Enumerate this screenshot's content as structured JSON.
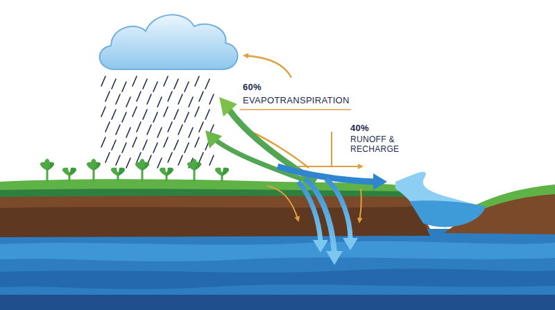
{
  "diagram": {
    "labels": [
      "60%",
      "EVAPOTRANSPIRATION",
      "40%",
      "RUNOFF & RECHARGE"
    ]
  }
}
